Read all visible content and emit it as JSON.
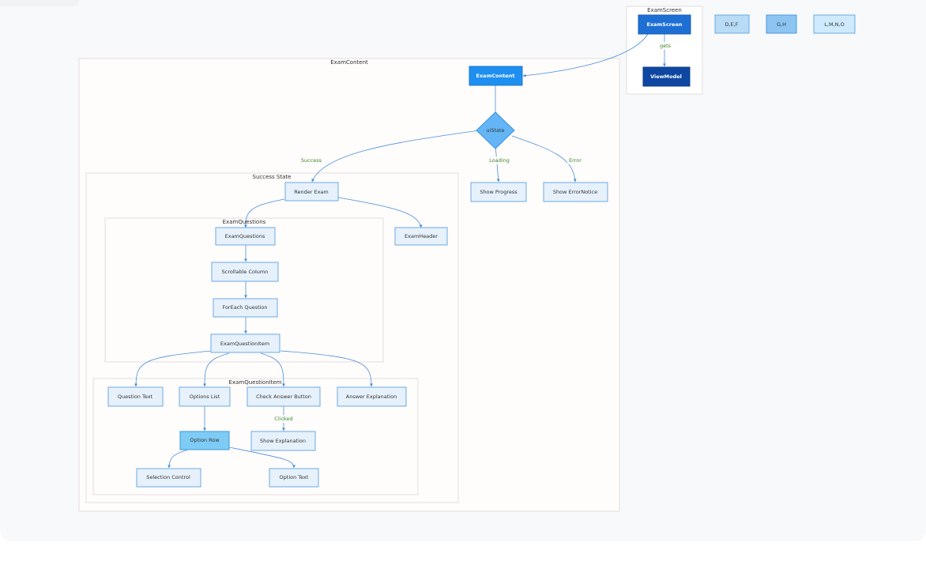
{
  "clusters": {
    "exam_screen": "ExamScreen",
    "exam_content": "ExamContent",
    "success_state": "Success State",
    "exam_questions": "ExamQuestions",
    "exam_question_item": "ExamQuestionItem"
  },
  "nodes": {
    "exam_screen": "ExamScreen",
    "view_model": "ViewModel",
    "legend_def": "D,E,F",
    "legend_gh": "G,H",
    "legend_lmno": "L,M,N,O",
    "exam_content": "ExamContent",
    "ui_state": "uiState",
    "render_exam": "Render Exam",
    "show_progress": "Show Progress",
    "show_error_notice": "Show ErrorNotice",
    "exam_questions": "ExamQuestions",
    "exam_header": "ExamHeader",
    "scrollable_column": "Scrollable Column",
    "for_each_question": "ForEach Question",
    "exam_question_item": "ExamQuestionItem",
    "question_text": "Question Text",
    "options_list": "Options List",
    "check_answer_button": "Check Answer Button",
    "answer_explanation": "Answer Explanation",
    "show_explanation": "Show Explanation",
    "option_row": "Option Row",
    "selection_control": "Selection Control",
    "option_text": "Option Text"
  },
  "edge_labels": {
    "gets": "gets",
    "success": "Success",
    "loading": "Loading",
    "error": "Error",
    "clicked": "Clicked"
  },
  "colors": {
    "edge": "#4a90d9",
    "edge_label": "#3a8a2a",
    "node_fill": "#e6f1fb",
    "node_stroke": "#6aaae3",
    "exam_screen_fill": "#1e6fd4",
    "exam_content_fill": "#1e8ff0",
    "view_model_fill": "#0d47a1",
    "decision_fill": "#64b5f6",
    "option_row_fill": "#7ecbf5"
  }
}
